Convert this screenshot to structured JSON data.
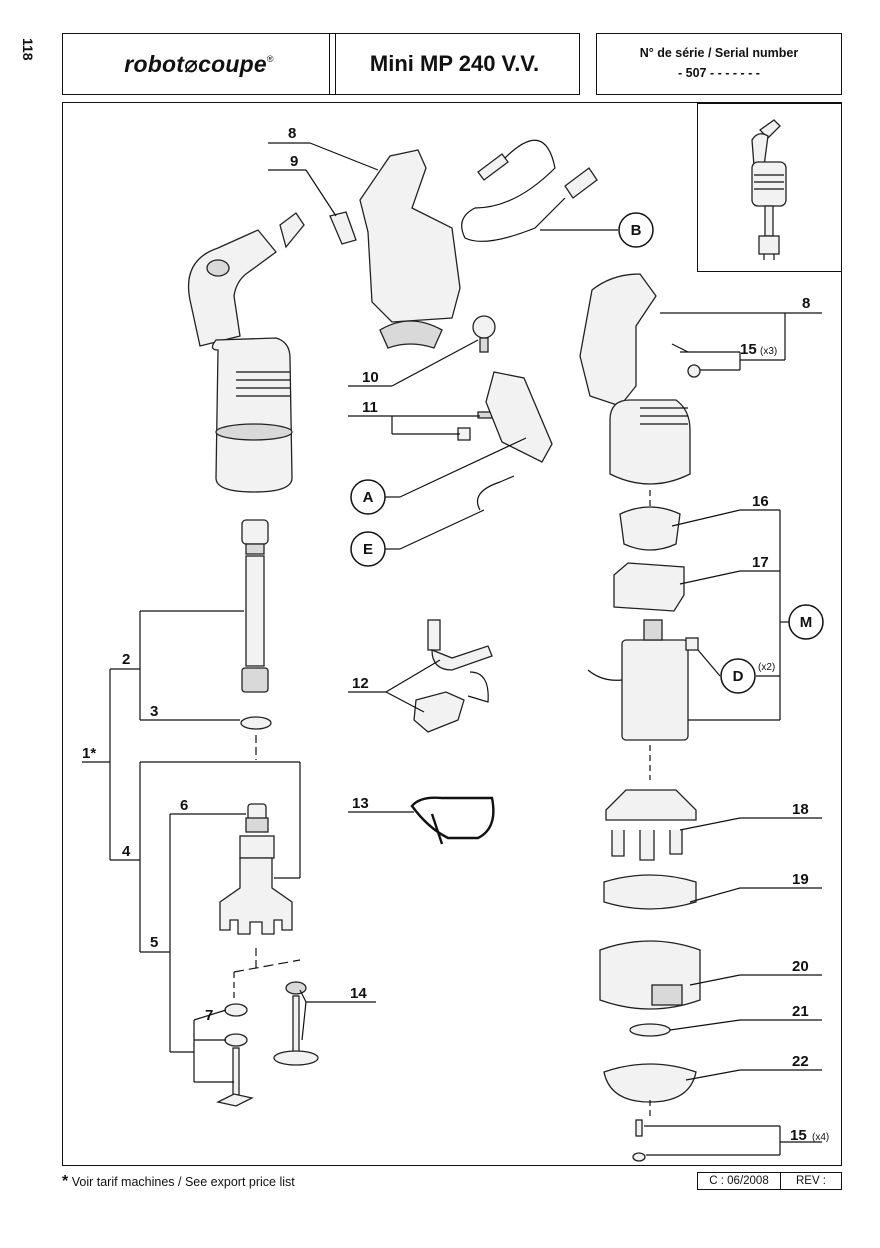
{
  "page_number": "118",
  "header": {
    "brand_left": "robot",
    "brand_right": "coupe",
    "brand_mark": "®",
    "model": "Mini MP 240 V.V.",
    "serial_label": "N° de série / Serial number",
    "serial_value": "- 507 - - - - -   - -"
  },
  "callouts": {
    "c1": "1*",
    "c2": "2",
    "c3": "3",
    "c4": "4",
    "c5": "5",
    "c6": "6",
    "c7": "7",
    "c8a": "8",
    "c8b": "8",
    "c9": "9",
    "c10": "10",
    "c11": "11",
    "c12": "12",
    "c13": "13",
    "c14": "14",
    "c15a": "15",
    "c15b": "15",
    "c16": "16",
    "c17": "17",
    "c18": "18",
    "c19": "19",
    "c20": "20",
    "c21": "21",
    "c22": "22",
    "cA": "A",
    "cB": "B",
    "cD": "D",
    "cE": "E",
    "cM": "M"
  },
  "qty": {
    "q15a": "(x3)",
    "q15b": "(x4)",
    "qD": "(x2)"
  },
  "footer": {
    "note_mark": "*",
    "note": "Voir tarif machines / See export price list",
    "date": "C : 06/2008",
    "rev": "REV :"
  }
}
